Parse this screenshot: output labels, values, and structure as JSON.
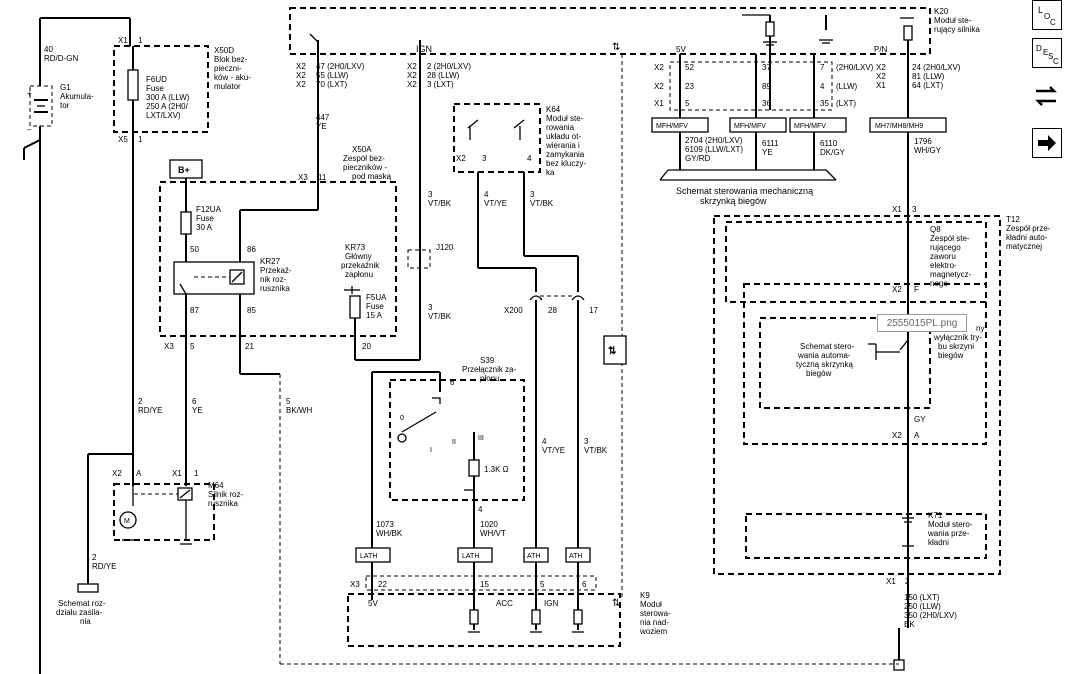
{
  "image_label": "2555015PL.png",
  "toolbar": {
    "buttons": [
      {
        "name": "loc-button",
        "label": "LOC"
      },
      {
        "name": "desc-button",
        "label": "DESC"
      },
      {
        "name": "swap-icon-button",
        "label": ""
      },
      {
        "name": "arrow-right-button",
        "label": ""
      }
    ]
  },
  "diagram": {
    "wires": {
      "w_40": "40",
      "w_40c": "RD/D-GN",
      "w_447": "447",
      "w_447c": "YE",
      "w_2a": "2",
      "w_2ac": "RD/YE",
      "w_6": "6",
      "w_6c": "YE",
      "w_2b": "2",
      "w_2bc": "RD/YE",
      "w_5": "5",
      "w_5c": "BK/WH",
      "w_3a": "3",
      "w_3ac": "VT/BK",
      "w_4a": "4",
      "w_4ac": "VT/YE",
      "w_3b": "3",
      "w_3bc": "VT/BK",
      "w_3c": "3",
      "w_3cc": "VT/BK",
      "w_4b": "4",
      "w_4bc": "VT/YE",
      "w_3d": "3",
      "w_3dc": "VT/BK",
      "w_1073": "1073",
      "w_1073c": "WH/BK",
      "w_1020": "1020",
      "w_1020c": "WH/VT",
      "w_1796": "1796",
      "w_1796c": "WH/GY",
      "w_gy": "GY",
      "w_150": "150 (LXT)",
      "w_250": "250 (LLW)",
      "w_350": "350 (2H0/LXV)",
      "w_bk": "BK",
      "w_2704": "2704 (2H0/LXV)",
      "w_6109": "6109 (LLW/LXT)",
      "w_2704c": "GY/RD",
      "w_6111": "6111",
      "w_6111c": "YE",
      "w_6110": "6110",
      "w_6110c": "DK/GY"
    },
    "connectors": {
      "x1_1": "X1",
      "x1_1p": "1",
      "x5_1": "X5",
      "x5_1p": "1",
      "x3_11": "X3",
      "x3_11p": "11",
      "x3_bot": "X3",
      "p5": "5",
      "p21": "21",
      "p20": "20",
      "p50": "50",
      "p86": "86",
      "p87": "87",
      "p85": "85",
      "x2_a": "X2",
      "x2_ap": "A",
      "x1_m": "X1",
      "x1_mp": "1",
      "ign_x2a": "X2",
      "ign_x2b": "X2",
      "ign_x2c": "X2",
      "ign_l1": "47 (2H0/LXV)",
      "ign_l2": "55 (LLW)",
      "ign_l3": "70 (LXT)",
      "ign_r1": "2 (2H0/LXV)",
      "ign_r2": "28 (LLW)",
      "ign_r3": "3 (LXT)",
      "ign": "IGN",
      "k64_x2": "X2",
      "k64_p3": "3",
      "k64_p4": "4",
      "j120": "J120",
      "x200": "X200",
      "p28": "28",
      "p17": "17",
      "s39_p6": "6",
      "s39_p4": "4",
      "x3_k9": "X3",
      "k9_p22": "22",
      "k9_p15": "15",
      "k9_p5": "5",
      "k9_p6": "6",
      "k20_x2a": "X2",
      "k20_x2b": "X2",
      "k20_x1": "X1",
      "k20_v1": "52",
      "k20_v2": "37",
      "k20_v3": "7",
      "k20_v3s": "(2H0/LXV)",
      "k20_v4": "23",
      "k20_v5": "89",
      "k20_v6": "4",
      "k20_v6s": "(LLW)",
      "k20_v7": "5",
      "k20_v8": "36",
      "k20_v9": "35",
      "k20_v9s": "(LXT)",
      "k20_5v": "5V",
      "k20_pn": "P/N",
      "k20_r1": "24 (2H0/LXV)",
      "k20_r2": "81 (LLW)",
      "k20_r3": "64 (LXT)",
      "x1_t12": "X1",
      "x1_t12p": "3",
      "x2_f": "X2",
      "x2_fp": "F",
      "x2_ta": "X2",
      "x2_tap": "A",
      "x1_k71": "X1",
      "x1_k71p": "2"
    },
    "components": {
      "x50d_name": "X50D",
      "x50d_desc1": "Blok bez-",
      "x50d_desc2": "pieczni-",
      "x50d_desc3": "ków - aku-",
      "x50d_desc4": "mulator",
      "f6ud_1": "F6UD",
      "f6ud_2": "Fuse",
      "f6ud_3": "300 A (LLW)",
      "f6ud_4": "250 A (2H0/",
      "f6ud_5": "LXT/LXV)",
      "g1_1": "G1",
      "g1_2": "Akumula-",
      "g1_3": "tor",
      "bplus": "B+",
      "x50a_1": "X50A",
      "x50a_2": "Zespół bez-",
      "x50a_3": "pieczników -",
      "x50a_4": "pod maską",
      "f12ua_1": "F12UA",
      "f12ua_2": "Fuse",
      "f12ua_3": "30 A",
      "kr27_1": "KR27",
      "kr27_2": "Przekaź-",
      "kr27_3": "nik roz-",
      "kr27_4": "rusznika",
      "kr73_1": "KR73",
      "kr73_2": "Główny",
      "kr73_3": "przekaźnik",
      "kr73_4": "zapłonu",
      "f5ua_1": "F5UA",
      "f5ua_2": "Fuse",
      "f5ua_3": "15 A",
      "m64_1": "M64",
      "m64_2": "Silnik roz-",
      "m64_3": "rusznika",
      "sch1_1": "Schemat roz-",
      "sch1_2": "działu zasila-",
      "sch1_3": "nia",
      "k64_1": "K64",
      "k64_2": "Moduł ste-",
      "k64_3": "rowania",
      "k64_4": "układu ot-",
      "k64_5": "wierania i",
      "k64_6": "zamykania",
      "k64_7": "bez kluczy-",
      "k64_8": "ka",
      "s39_1": "S39",
      "s39_2": "Przełącznik za-",
      "s39_3": "płonu",
      "res": "1.3K Ω",
      "k9_1": "K9",
      "k9_2": "Moduł",
      "k9_3": "sterowa-",
      "k9_4": "nia nad-",
      "k9_5": "woziem",
      "k9_5v": "5V",
      "k9_acc": "ACC",
      "k9_ign": "IGN",
      "lath1": "LATH",
      "lath2": "LATH",
      "ath1": "ATH",
      "ath2": "ATH",
      "k20_1": "K20",
      "k20_2": "Moduł ste-",
      "k20_3": "rujący silnika",
      "mfh1": "MFH/MFV",
      "mfh2": "MFH/MFV",
      "mfh3": "MFH/MFV",
      "mh7": "MH7/MH8/MH9",
      "sch2_1": "Schemat sterowania mechaniczną",
      "sch2_2": "skrzynką biegów",
      "t12_1": "T12",
      "t12_2": "Zespół prze-",
      "t12_3": "kładni auto-",
      "t12_4": "matycznej",
      "q8_1": "Q8",
      "q8_2": "Zespół ste-",
      "q8_3": "rującego",
      "q8_4": "zaworu",
      "q8_5": "elektro-",
      "q8_6": "magnetycz-",
      "q8_7": "nego",
      "wyl_1": "ny",
      "wyl_2": "wyłącznik try-",
      "wyl_3": "bu skrzyni",
      "wyl_4": "biegów",
      "sch3_1": "Schemat stero-",
      "sch3_2": "wania automa-",
      "sch3_3": "tyczną skrzynką",
      "sch3_4": "biegów",
      "k71_1": "K71",
      "k71_2": "Moduł stero-",
      "k71_3": "wania prze-",
      "k71_4": "kładni"
    }
  }
}
